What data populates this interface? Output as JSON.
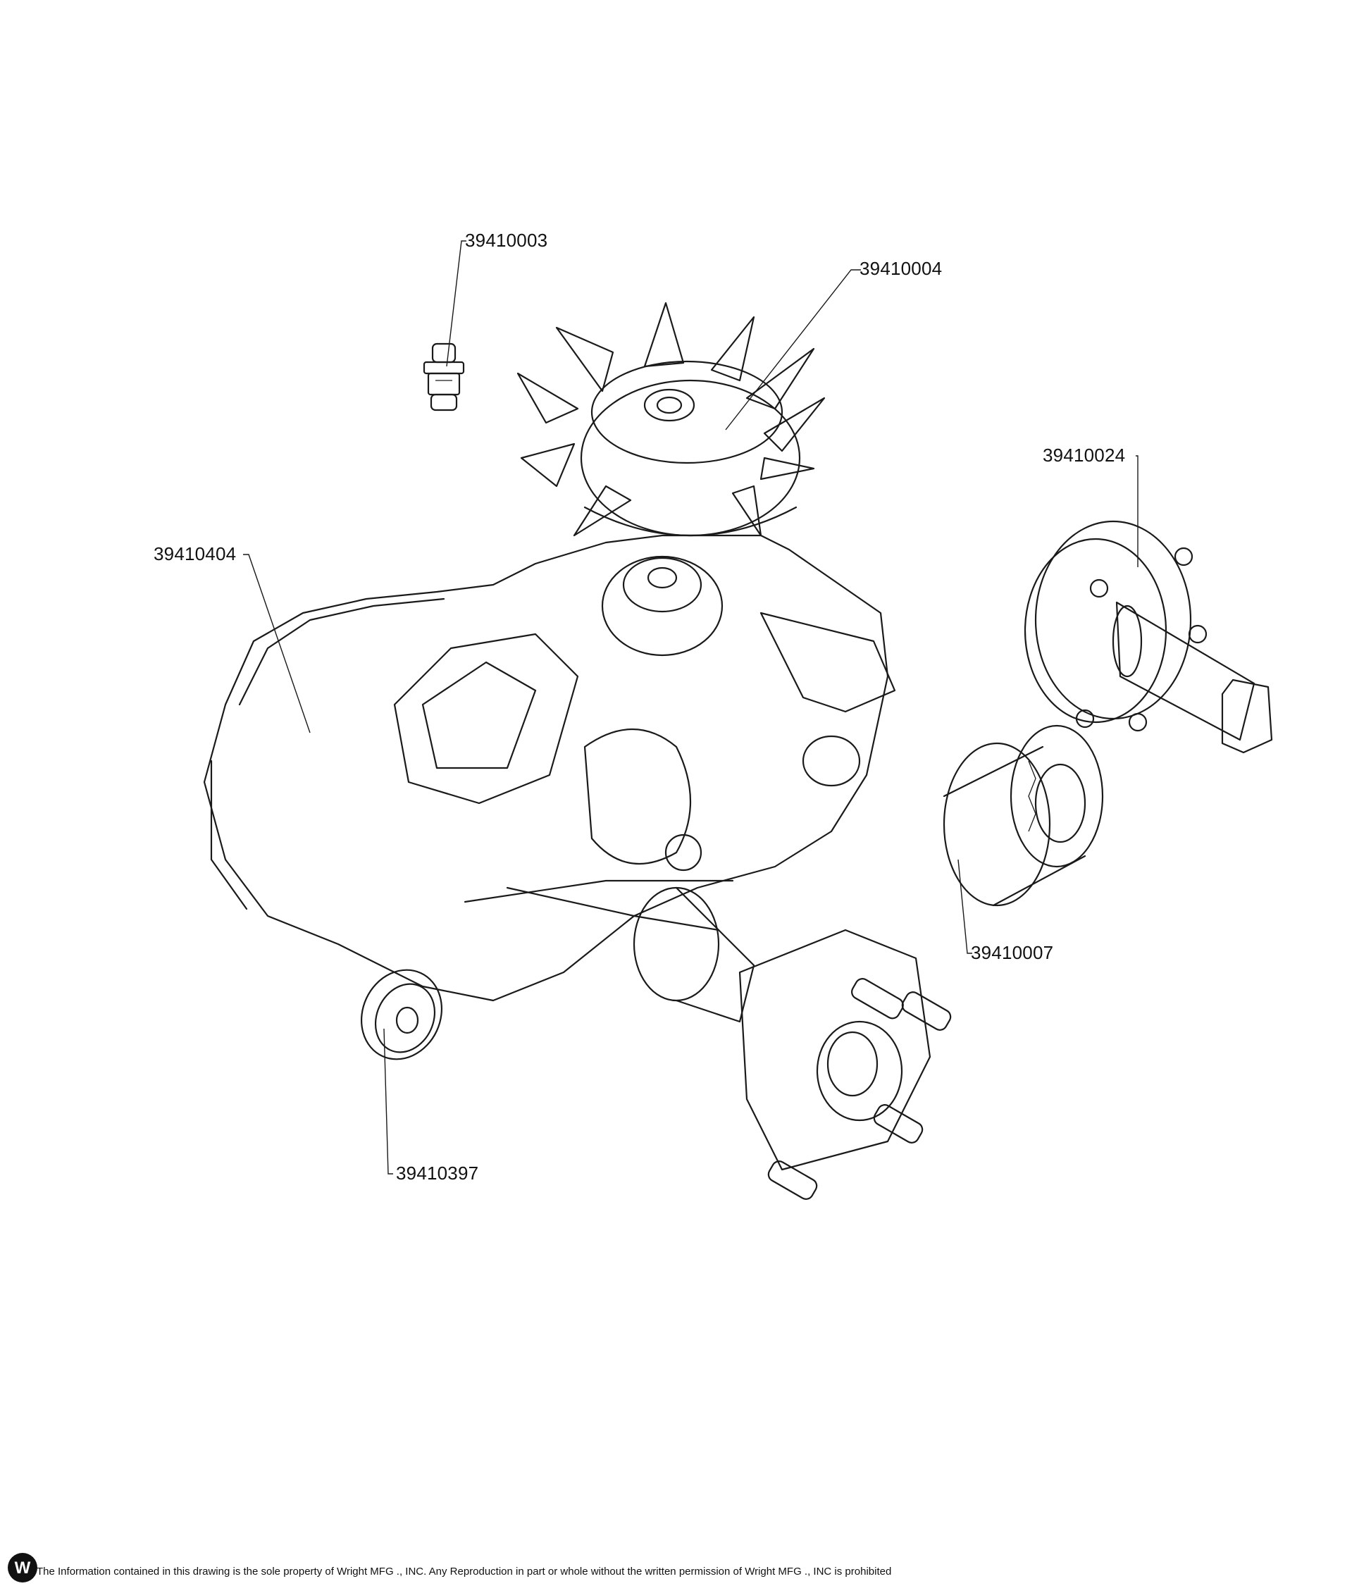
{
  "callouts": [
    {
      "id": "c1",
      "text": "39410003"
    },
    {
      "id": "c2",
      "text": "39410004"
    },
    {
      "id": "c3",
      "text": "39410024"
    },
    {
      "id": "c4",
      "text": "39410404"
    },
    {
      "id": "c5",
      "text": "39410007"
    },
    {
      "id": "c6",
      "text": "39410397"
    }
  ],
  "footer": {
    "text": "The Information contained in this drawing is the sole property of Wright MFG ., INC. Any Reproduction in part or whole without the written permission of Wright MFG ., INC is prohibited",
    "logo_letter": "W"
  }
}
